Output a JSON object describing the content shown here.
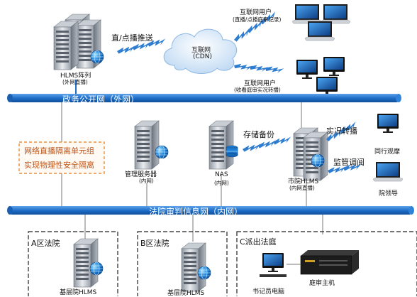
{
  "top": {
    "hlms_array_label": "HLMS阵列",
    "hlms_array_sub": "(外网直播)",
    "push_label": "直/点播推送",
    "cloud_label": "互联网",
    "cloud_sub": "(CDN)",
    "user1_label": "互联网用户",
    "user1_sub": "(直播/点播庭审记录)",
    "user2_label": "互联网用户",
    "user2_sub": "(收看庭审实况转播)"
  },
  "bus_external": {
    "label": "政务公开网（外网）"
  },
  "middle": {
    "isolation_line1": "网络直播隔离单元组",
    "isolation_line2": "实现物理性安全隔离",
    "mgmt_label": "管理服务器",
    "mgmt_sub": "(内网)",
    "nas_label": "NAS",
    "nas_sub": "(内网)",
    "storage_backup": "存储备份",
    "city_label": "市院HLMS",
    "city_sub": "(内网直播)",
    "live_relay": "实况转播",
    "peer_label": "同行观摩",
    "supervise": "监管调阅",
    "leader_label": "院领导"
  },
  "bus_internal": {
    "label": "法院审判信息网（内网）"
  },
  "bottom": {
    "court_a": "A区法院",
    "court_a_node": "基层院HLMS",
    "court_b": "B区法院",
    "court_b_node": "基层院HLMS",
    "court_c": "C派出法庭",
    "clerk_pc": "书记员电脑",
    "trial_host": "庭审主机"
  },
  "colors": {
    "bus": "#1f6fc9",
    "bus_dark": "#0f4f9a",
    "isolation_border": "#e07a1a",
    "isolation_text": "#c0561a",
    "cloud": "#cfe3f7",
    "lightning": "#3a7fd0"
  },
  "icons": [
    "server-tower-icon",
    "cloud-icon",
    "laptop-icon",
    "desktop-monitor-icon",
    "globe-icon",
    "database-icon",
    "lightning-icon",
    "recorder-box-icon"
  ]
}
